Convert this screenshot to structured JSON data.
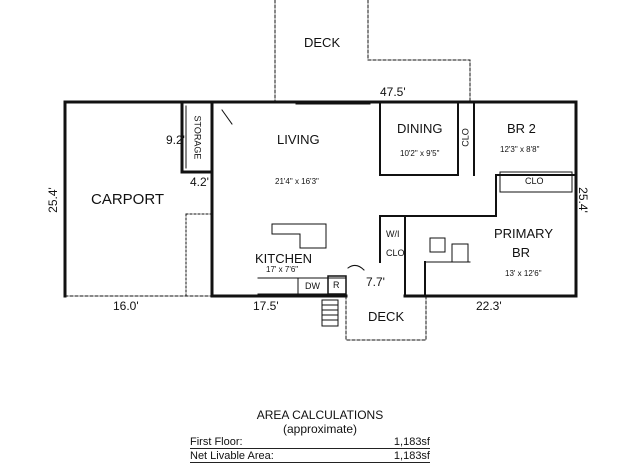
{
  "rooms": {
    "deck_top": "DECK",
    "living": "LIVING",
    "living_size": "21'4\" x 16'3\"",
    "dining": "DINING",
    "dining_size": "10'2\" x 9'5\"",
    "clo_dining": "CLO",
    "br2": "BR 2",
    "br2_size": "12'3\" x 8'8\"",
    "clo_br2": "CLO",
    "storage": "STORAGE",
    "carport": "CARPORT",
    "kitchen": "KITCHEN",
    "kitchen_size": "17' x 7'6\"",
    "dw": "DW",
    "fridge": "R",
    "wi": "W/I",
    "clo_primary": "CLO",
    "primary_line1": "PRIMARY",
    "primary_line2": "BR",
    "primary_size": "13' x 12'6\"",
    "deck_bottom": "DECK"
  },
  "dimensions": {
    "top_width": "47.5'",
    "storage_height": "9.2'",
    "storage_width": "4.2'",
    "left_height": "25.4'",
    "right_height": "25.4'",
    "carport_width": "16.0'",
    "kitchen_width": "17.5'",
    "bottom_right_width": "22.3'",
    "hall_width": "7.7'"
  },
  "area": {
    "title": "AREA CALCULATIONS",
    "subtitle": "(approximate)",
    "rows": [
      {
        "label": "First Floor:",
        "value": "1,183sf"
      },
      {
        "label": "Net Livable Area:",
        "value": "1,183sf"
      }
    ]
  }
}
